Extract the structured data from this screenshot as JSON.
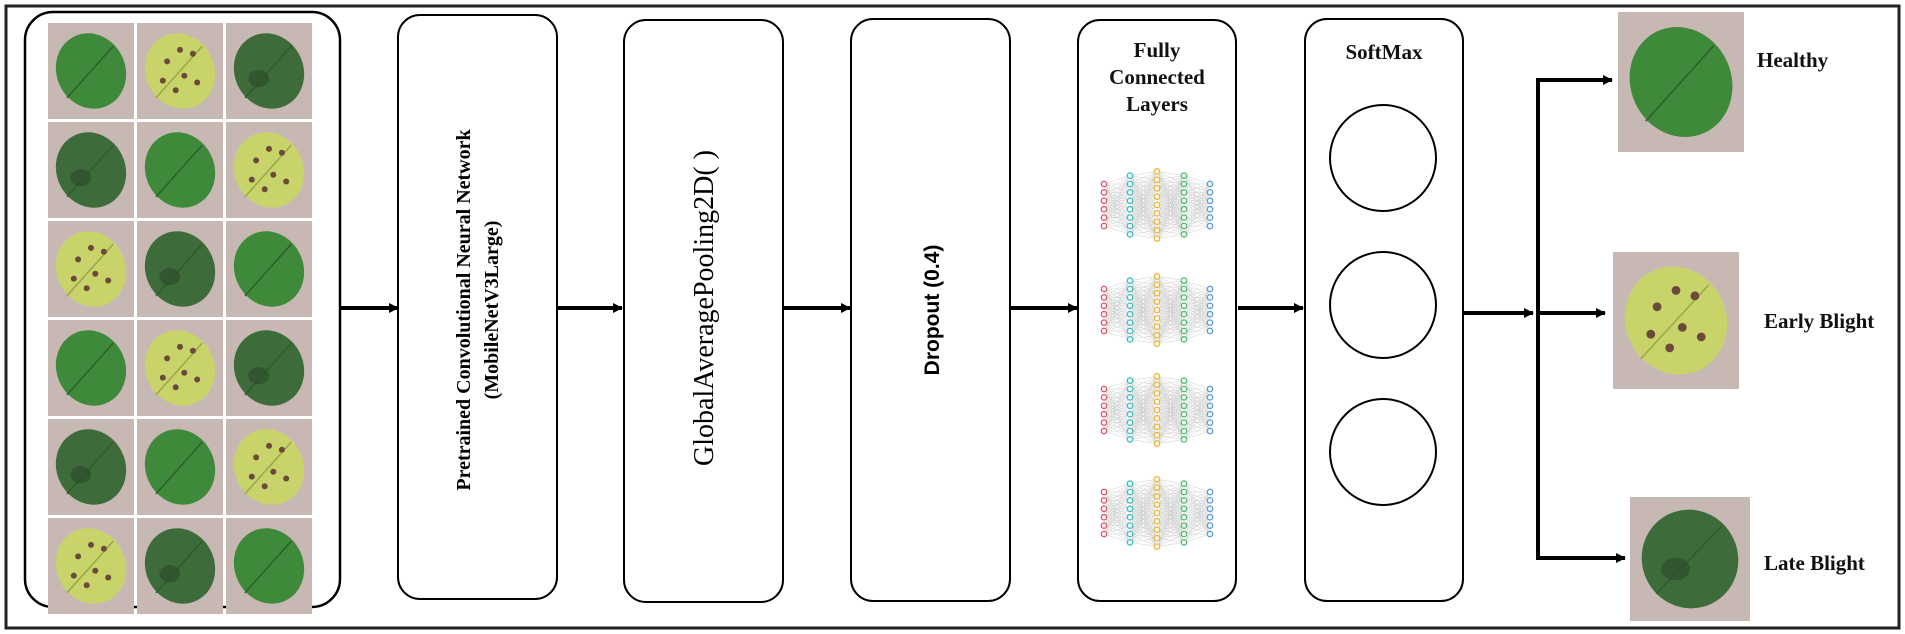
{
  "blocks": {
    "cnn_line1": "Pretrained Convolutional Neural Network",
    "cnn_line2": "(MobileNetV3Large)",
    "gap": "GlobalAveragePooling2D( )",
    "dropout": "Dropout (0.4)",
    "fc_line1": "Fully",
    "fc_line2": "Connected",
    "fc_line3": "Layers",
    "softmax": "SoftMax"
  },
  "outputs": {
    "healthy": "Healthy",
    "early": "Early Blight",
    "late": "Late Blight"
  },
  "input_grid": [
    [
      "healthy",
      "early",
      "late"
    ],
    [
      "late",
      "healthy",
      "early"
    ],
    [
      "early",
      "late",
      "healthy"
    ],
    [
      "healthy",
      "early",
      "late"
    ],
    [
      "late",
      "healthy",
      "early"
    ],
    [
      "early",
      "late",
      "healthy"
    ]
  ],
  "colors": {
    "healthy_leaf": "#3f8a3a",
    "early_leaf": "#c8d46a",
    "late_leaf": "#3d6b3a",
    "leaf_bg": "#c7b8b4",
    "nn_layer1": "#e05a6d",
    "nn_layer2": "#3cc0c8",
    "nn_layer3": "#f0b43a",
    "nn_layer4": "#4cbf6a",
    "nn_layer5": "#5b9fe0"
  }
}
